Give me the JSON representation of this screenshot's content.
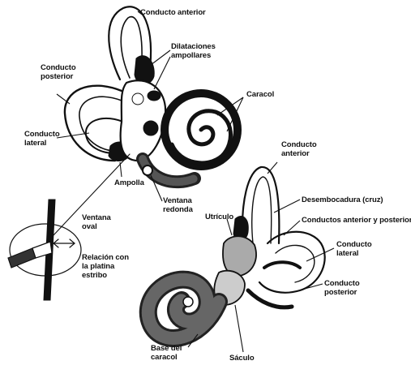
{
  "labels": {
    "conducto_anterior_top": "Conducto anterior",
    "dilataciones": "Dilataciones\nampollares",
    "caracol_top": "Caracol",
    "conducto_posterior_top": "Conducto\nposterior",
    "conducto_lateral_top": "Conducto\nlateral",
    "ampolla": "Ampolla",
    "ventana_redonda": "Ventana\nredonda",
    "ventana_oval": "Ventana\noval",
    "relacion": "Relación con\nla platina\nestribo",
    "conducto_anterior_bottom": "Conducto\nanterior",
    "desembocadura": "Desembocadura (cruz)",
    "utriculo": "Utrículo",
    "conductos_ant_post": "Conductos anterior y posterior",
    "conducto_lateral_bottom": "Conducto\nlateral",
    "conducto_posterior_bottom": "Conducto\nposterior",
    "base_caracol": "Base del\ncaracol",
    "saculo": "Sáculo"
  }
}
